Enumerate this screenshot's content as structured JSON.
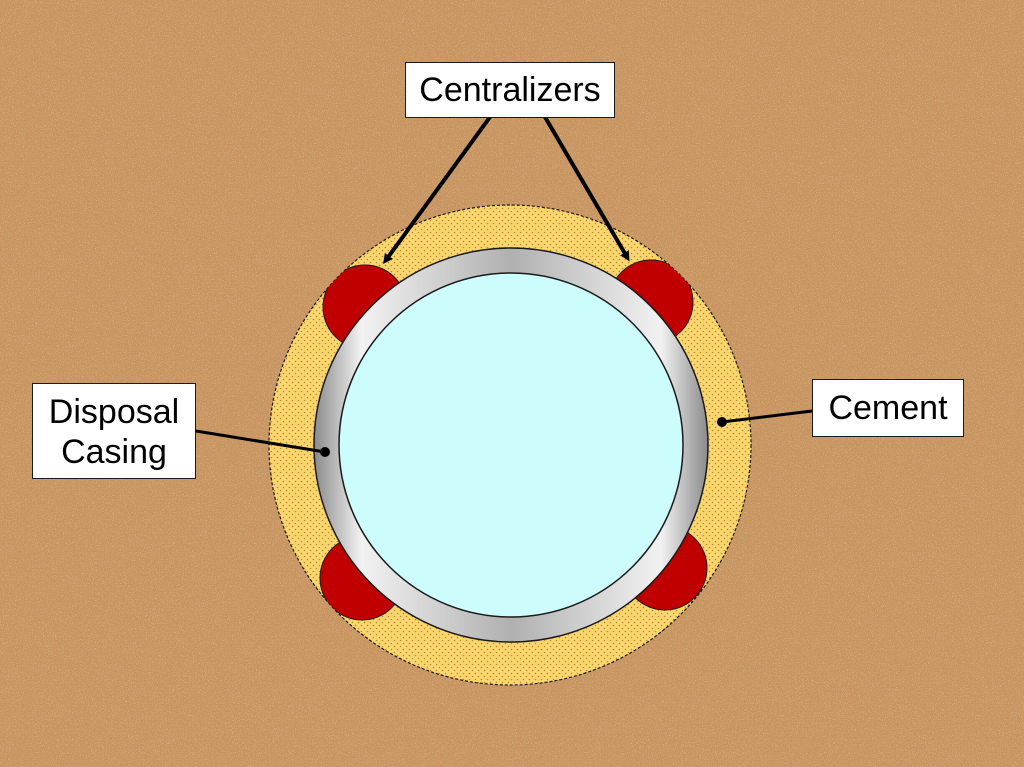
{
  "labels": {
    "centralizers": "Centralizers",
    "casing_line1": "Disposal",
    "casing_line2": "Casing",
    "cement": "Cement"
  },
  "colors": {
    "formation": "#c8935e",
    "formation_speckle_dark": "#a8713e",
    "formation_speckle_light": "#e3b98a",
    "cement": "#fbd66e",
    "cement_dots": "#b08a30",
    "centralizer": "#c00000",
    "casing_steel_dark": "#7a7a7a",
    "casing_steel_light": "#f0f0f0",
    "casing_bore": "#ccfcfc",
    "outline": "#1a1a1a",
    "leader_line": "#000000"
  },
  "icons": {
    "centralizer": "red-semicircle-pad",
    "casing": "steel-ring",
    "cement": "dotted-annulus"
  }
}
